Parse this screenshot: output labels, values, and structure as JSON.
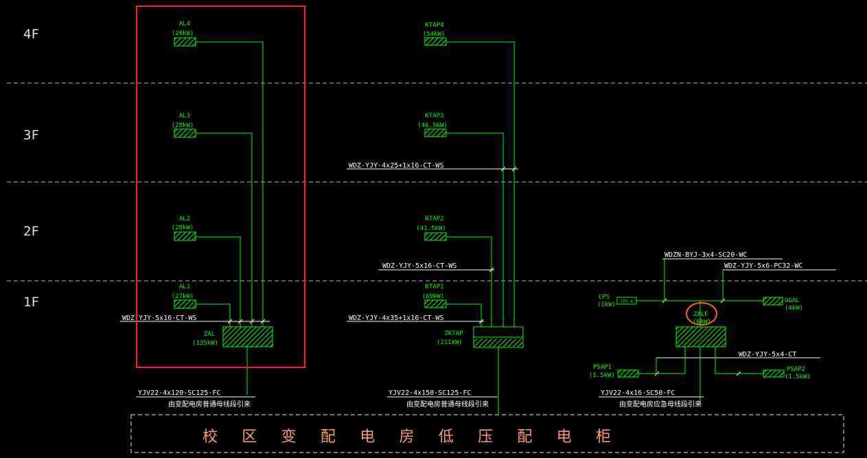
{
  "floors": [
    "4F",
    "3F",
    "2F",
    "1F"
  ],
  "panels": {
    "al4": {
      "name": "AL4",
      "power": "(28kW)"
    },
    "al3": {
      "name": "AL3",
      "power": "(28kW)"
    },
    "al2": {
      "name": "AL2",
      "power": "(28kW)"
    },
    "al1": {
      "name": "AL1",
      "power": "(27kW)"
    },
    "zal": {
      "name": "ZAL",
      "power": "(135kW)"
    },
    "ktap4": {
      "name": "KTAP4",
      "power": "(54kW)"
    },
    "ktap3": {
      "name": "KTAP3",
      "power": "(46.5kW)"
    },
    "ktap2": {
      "name": "KTAP2",
      "power": "(41.5kW)"
    },
    "ktap1": {
      "name": "KTAP1",
      "power": "(69kW)"
    },
    "zktap": {
      "name": "ZKTAP",
      "power": "(211kW)"
    },
    "cps": {
      "name": "CPS",
      "power": "(1kW)",
      "box": "CPS-4"
    },
    "ggal": {
      "name": "GGAL",
      "power": "(4kW)"
    },
    "zale": {
      "name": "ZALE",
      "power": "(6kW)"
    },
    "psap1": {
      "name": "PSAP1",
      "power": "(1.5kW)"
    },
    "psap2": {
      "name": "PSAP2",
      "power": "(1.5kW)"
    }
  },
  "cables": {
    "al_branch": "WDZ-YJY-5x16-CT-WS",
    "kt_3f": "WDZ-YJY-4x25+1x16-CT-WS",
    "kt_2f": "WDZ-YJY-5x16-CT-WS",
    "kt_1f": "WDZ-YJY-4x35+1x16-CT-WS",
    "cps_line": "WDZN-BYJ-3x4-SC20-WC",
    "ggal_line": "WDZ-YJY-5x6-PC32-WC",
    "psap_line": "WDZ-YJY-5x4-CT",
    "feeder_zal": "YJV22-4x120-SC125-FC",
    "feeder_zktap": "YJV22-4x150-SC125-FC",
    "feeder_zale": "YJV22-4x16-SC50-FC"
  },
  "sources": {
    "normal_1": "由变配电房普通母线段引来",
    "normal_2": "由变配电房普通母线段引来",
    "emergency": "由变配电房应急母线段引来"
  },
  "cabinet_title": "校 区 变 配 电 房 低 压 配 电 柜",
  "colors": {
    "background": "#000000",
    "wire": "#00ff00",
    "cable_text": "#ffffff",
    "floor_text": "#e0e0e0",
    "highlight_red": "#ff2020",
    "highlight_orange": "#ff6a00",
    "cabinet_dash": "#ffff66",
    "cabinet_text": "#ff9966"
  }
}
